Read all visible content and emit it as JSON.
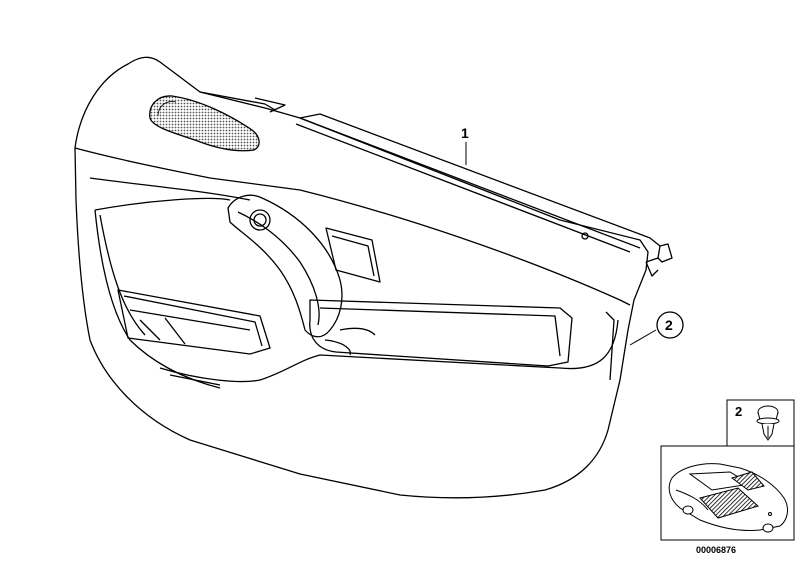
{
  "callouts": {
    "part1": "1",
    "part2_circled": "2",
    "part2_inset": "2"
  },
  "diagram_number": "00006876",
  "colors": {
    "line": "#000000",
    "background": "#ffffff",
    "mesh": "#888888",
    "dark_fill": "#222222"
  }
}
